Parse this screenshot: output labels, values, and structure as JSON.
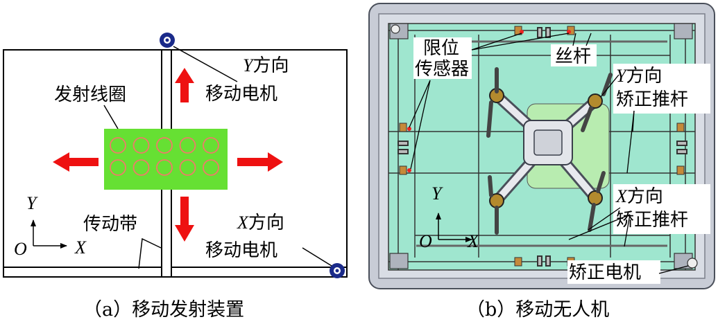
{
  "panel_a": {
    "caption": "（a）移动发射装置",
    "y_motor_axis": "Y",
    "y_motor_text": "方向",
    "y_motor_text2": "移动电机",
    "coil_label": "发射线圈",
    "belt_label": "传动带",
    "x_motor_axis": "X",
    "x_motor_text": "方向",
    "x_motor_text2": "移动电机",
    "axis_y": "Y",
    "axis_x": "X",
    "axis_o": "O",
    "coil_rows": 2,
    "coil_cols": 5,
    "colors": {
      "coil_panel": "#66e033",
      "coil_ring": "#f07a6a",
      "arrow": "#ee1111",
      "motor": "#1a2a8a"
    }
  },
  "panel_b": {
    "caption": "（b）移动无人机",
    "limit_sensor_label": "限位",
    "limit_sensor_label2": "传感器",
    "screw_label": "丝杆",
    "y_pushrod_axis": "Y",
    "y_pushrod_text": "方向",
    "y_pushrod_text2": "矫正推杆",
    "x_pushrod_axis": "X",
    "x_pushrod_text": "方向",
    "x_pushrod_text2": "矫正推杆",
    "motor_label": "矫正电机",
    "axis_y": "Y",
    "axis_x": "X",
    "axis_o": "O",
    "colors": {
      "platform": "#9fe6cf",
      "frame": "#c8ccd6",
      "center_pad": "#b8ecb0",
      "sensor": "#ee2222"
    }
  }
}
